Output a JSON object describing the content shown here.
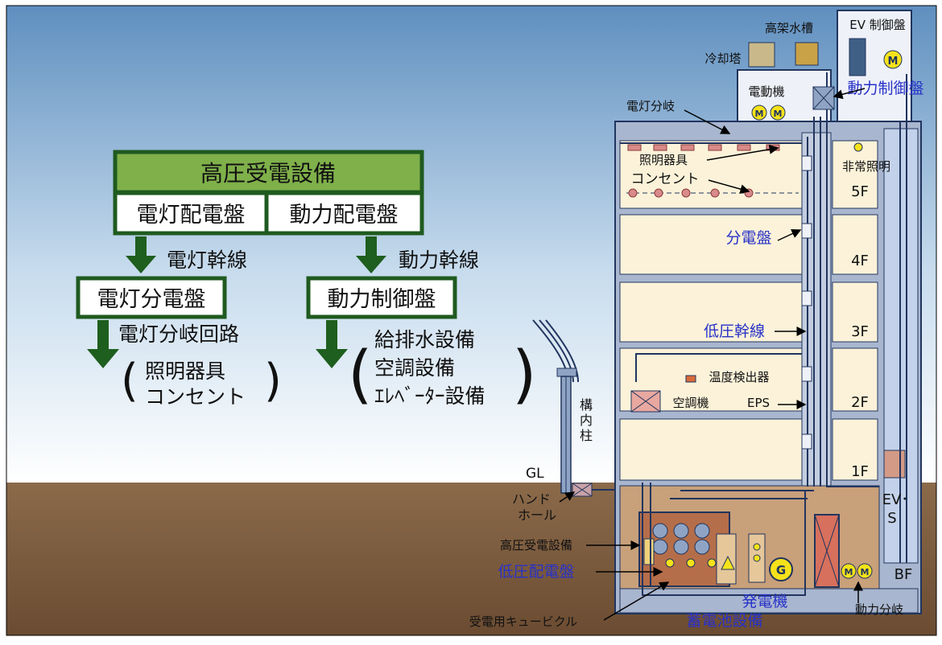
{
  "tree": {
    "root": "高圧受電設備",
    "branch_left": "電灯配電盤",
    "branch_right": "動力配電盤",
    "trunk_left": "電灯幹線",
    "trunk_right": "動力幹線",
    "sub_left": "電灯分電盤",
    "sub_right": "動力制御盤",
    "circuit_left": "電灯分岐回路",
    "left_items": [
      "照明器具",
      "コンセント"
    ],
    "right_items": [
      "給排水設備",
      "空調設備",
      "ｴﾚﾍﾞｰﾀｰ設備"
    ]
  },
  "building": {
    "floors": [
      "5F",
      "4F",
      "3F",
      "2F",
      "1F",
      "BF"
    ],
    "elevator_shaft": [
      "EV･",
      "S"
    ],
    "pole": [
      "構",
      "内",
      "柱"
    ],
    "ground_label": "GL",
    "handhole": [
      "ハンド",
      "ホール"
    ],
    "labels": {
      "elevated_tank": "高架水槽",
      "cooling_tower": "冷却塔",
      "ev_control": "EV 制御盤",
      "motor": "電動機",
      "power_control": "動力制御盤",
      "light_branch": "電灯分岐",
      "lighting": "照明器具",
      "outlet": "コンセント",
      "emergency_light": "非常照明",
      "distribution_panel": "分電盤",
      "low_voltage_trunk": "低圧幹線",
      "temp_sensor": "温度検出器",
      "air_conditioner": "空調機",
      "eps": "EPS",
      "hv_receiving": "高圧受電設備",
      "lv_panel": "低圧配電盤",
      "cubicle": "受電用キュービクル",
      "generator": "発電機",
      "battery": "蓄電池設備",
      "power_branch": "動力分岐"
    },
    "symbols": {
      "motor": "M",
      "generator": "G"
    }
  },
  "colors": {
    "sky_top": "#5f8fbf",
    "sky_bottom": "#ffffff",
    "ground": "#8b6a4a",
    "wall": "#a9b6cf",
    "floor_room": "#fbf2d9",
    "frame": "#21355e",
    "tree_green": "#1f5a1f",
    "root_fill": "#7fb04a",
    "accent_blue": "#2832c8",
    "arrow_green": "#1e5e1e"
  }
}
